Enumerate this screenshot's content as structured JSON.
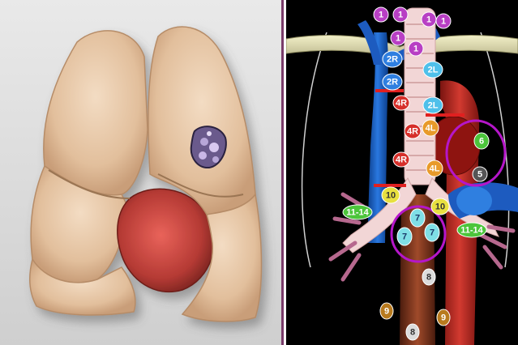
{
  "left_panel": {
    "subject": "lung specimen with tumor"
  },
  "right_panel": {
    "stations": [
      {
        "id": "s1a",
        "label": "1",
        "color": "#b83fc4",
        "text": "#ffffff"
      },
      {
        "id": "s1b",
        "label": "1",
        "color": "#b83fc4",
        "text": "#ffffff"
      },
      {
        "id": "s1c",
        "label": "1",
        "color": "#b83fc4",
        "text": "#ffffff"
      },
      {
        "id": "s1d",
        "label": "1",
        "color": "#b83fc4",
        "text": "#ffffff"
      },
      {
        "id": "s1e",
        "label": "1",
        "color": "#b83fc4",
        "text": "#ffffff"
      },
      {
        "id": "s1f",
        "label": "1",
        "color": "#b83fc4",
        "text": "#ffffff"
      },
      {
        "id": "s2r-a",
        "label": "2R",
        "color": "#2f7fe0",
        "text": "#ffffff"
      },
      {
        "id": "s2r-b",
        "label": "2R",
        "color": "#2f7fe0",
        "text": "#ffffff"
      },
      {
        "id": "s2l-a",
        "label": "2L",
        "color": "#4fc0ea",
        "text": "#ffffff"
      },
      {
        "id": "s2l-b",
        "label": "2L",
        "color": "#4fc0ea",
        "text": "#ffffff"
      },
      {
        "id": "s4r-a",
        "label": "4R",
        "color": "#d62f2a",
        "text": "#ffffff"
      },
      {
        "id": "s4r-b",
        "label": "4R",
        "color": "#d62f2a",
        "text": "#ffffff"
      },
      {
        "id": "s4r-c",
        "label": "4R",
        "color": "#d62f2a",
        "text": "#ffffff"
      },
      {
        "id": "s4l-a",
        "label": "4L",
        "color": "#e89a2a",
        "text": "#ffffff"
      },
      {
        "id": "s4l-b",
        "label": "4L",
        "color": "#e89a2a",
        "text": "#ffffff"
      },
      {
        "id": "s5",
        "label": "5",
        "color": "#555555",
        "text": "#ffffff"
      },
      {
        "id": "s6",
        "label": "6",
        "color": "#4cc53b",
        "text": "#ffffff"
      },
      {
        "id": "s7a",
        "label": "7",
        "color": "#7fdfe6",
        "text": "#1a3a6a"
      },
      {
        "id": "s7b",
        "label": "7",
        "color": "#7fdfe6",
        "text": "#1a3a6a"
      },
      {
        "id": "s7c",
        "label": "7",
        "color": "#7fdfe6",
        "text": "#1a3a6a"
      },
      {
        "id": "s8a",
        "label": "8",
        "color": "#dcdcdc",
        "text": "#333333"
      },
      {
        "id": "s8b",
        "label": "8",
        "color": "#dcdcdc",
        "text": "#333333"
      },
      {
        "id": "s9a",
        "label": "9",
        "color": "#b87a1e",
        "text": "#ffffff"
      },
      {
        "id": "s9b",
        "label": "9",
        "color": "#b87a1e",
        "text": "#ffffff"
      },
      {
        "id": "s10a",
        "label": "10",
        "color": "#e8e040",
        "text": "#333333"
      },
      {
        "id": "s10b",
        "label": "10",
        "color": "#e8e040",
        "text": "#333333"
      },
      {
        "id": "s11a",
        "label": "11-14",
        "color": "#4cc53b",
        "text": "#ffffff"
      },
      {
        "id": "s11b",
        "label": "11-14",
        "color": "#4cc53b",
        "text": "#ffffff"
      }
    ],
    "highlight_color": "#b516c9",
    "marker_color": "#e02020"
  }
}
